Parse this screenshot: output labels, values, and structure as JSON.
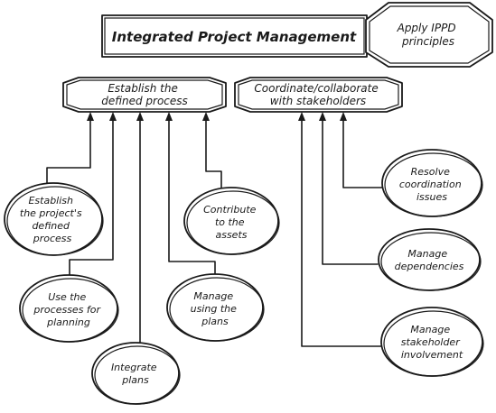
{
  "title": "Integrated Project Management",
  "note": [
    "Apply IPPD",
    "principles"
  ],
  "goals": {
    "left": [
      "Establish the",
      "defined process"
    ],
    "right": [
      "Coordinate/collaborate",
      "with stakeholders"
    ]
  },
  "practices": {
    "establish": [
      "Establish",
      "the project's",
      "defined",
      "process"
    ],
    "use_processes": [
      "Use the",
      "processes for",
      "planning"
    ],
    "integrate": [
      "Integrate",
      "plans"
    ],
    "manage_plans": [
      "Manage",
      "using the",
      "plans"
    ],
    "contribute": [
      "Contribute",
      "to the",
      "assets"
    ],
    "resolve": [
      "Resolve",
      "coordination",
      "issues"
    ],
    "dependencies": [
      "Manage",
      "dependencies"
    ],
    "involvement": [
      "Manage",
      "stakeholder",
      "involvement"
    ]
  }
}
